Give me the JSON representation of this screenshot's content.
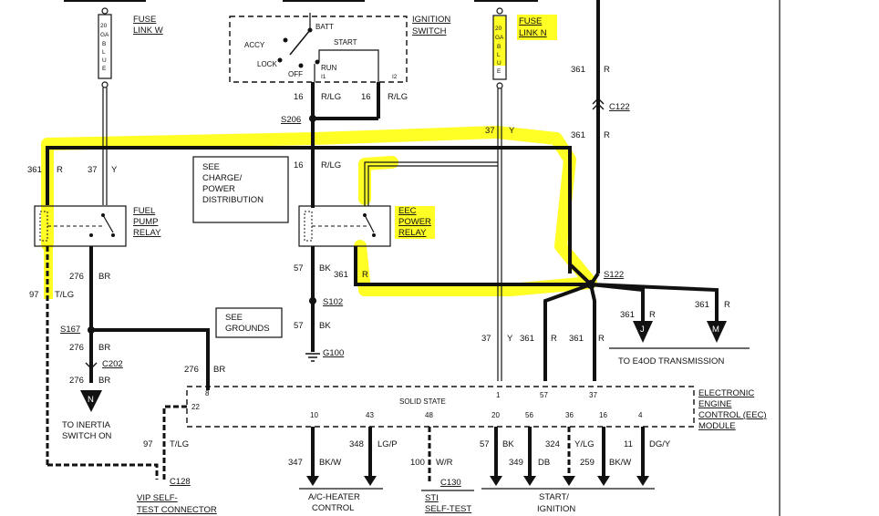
{
  "fuse_w": {
    "title_line1": "FUSE",
    "title_line2": "LINK W",
    "spec": [
      "20",
      "GA",
      "B",
      "L",
      "U",
      "E"
    ]
  },
  "fuse_n": {
    "title_line1": "FUSE",
    "title_line2": "LINK N",
    "spec": [
      "20",
      "GA",
      "B",
      "L",
      "U",
      "E"
    ]
  },
  "ignition_switch": {
    "title_line1": "IGNITION",
    "title_line2": "SWITCH",
    "batt": "BATT",
    "accy": "ACCY",
    "start": "START",
    "lock": "LOCK",
    "off": "OFF",
    "run": "RUN",
    "i1": "I1",
    "i2": "I2"
  },
  "wires": {
    "w16_left": {
      "gauge": "16",
      "color": "R/LG"
    },
    "w16_right": {
      "gauge": "16",
      "color": "R/LG"
    },
    "w16_mid": {
      "gauge": "16",
      "color": "R/LG"
    },
    "w37_top": {
      "gauge": "37",
      "color": "Y"
    },
    "w361_top": {
      "gauge": "361",
      "color": "R"
    },
    "w361_mid": {
      "gauge": "361",
      "color": "R"
    },
    "w361_left": {
      "gauge": "361",
      "color": "R"
    },
    "w37_left": {
      "gauge": "37",
      "color": "Y"
    },
    "w276_a": {
      "gauge": "276",
      "color": "BR"
    },
    "w97_left": {
      "gauge": "97",
      "color": "T/LG"
    },
    "w276_b": {
      "gauge": "276",
      "color": "BR"
    },
    "w276_c": {
      "gauge": "276",
      "color": "BR"
    },
    "w276_d": {
      "gauge": "276",
      "color": "BR"
    },
    "w57_a": {
      "gauge": "57",
      "color": "BK"
    },
    "w361_relay": {
      "gauge": "361",
      "color": "R"
    },
    "w57_b": {
      "gauge": "57",
      "color": "BK"
    },
    "w37_low": {
      "gauge": "37",
      "color": "Y"
    },
    "w361_low1": {
      "gauge": "361",
      "color": "R"
    },
    "w361_low2": {
      "gauge": "361",
      "color": "R"
    },
    "w361_j": {
      "gauge": "361",
      "color": "R"
    },
    "w361_m": {
      "gauge": "361",
      "color": "R"
    },
    "w97_bottom": {
      "gauge": "97",
      "color": "T/LG"
    },
    "w347": {
      "gauge": "347",
      "color": "BK/W"
    },
    "w348": {
      "gauge": "348",
      "color": "LG/P"
    },
    "w100": {
      "gauge": "100",
      "color": "W/R"
    },
    "w57_c": {
      "gauge": "57",
      "color": "BK"
    },
    "w349": {
      "gauge": "349",
      "color": "DB"
    },
    "w324": {
      "gauge": "324",
      "color": "Y/LG"
    },
    "w259": {
      "gauge": "259",
      "color": "BK/W"
    },
    "w11": {
      "gauge": "11",
      "color": "DG/Y"
    }
  },
  "splices": {
    "s206": "S206",
    "s102": "S102",
    "s167": "S167",
    "s122": "S122"
  },
  "connectors": {
    "c122": "C122",
    "c202": "C202",
    "c128": "C128",
    "c130": "C130"
  },
  "ground": "G100",
  "labels": {
    "charge_line1": "SEE",
    "charge_line2": "CHARGE/",
    "charge_line3": "POWER",
    "charge_line4": "DISTRIBUTION",
    "grounds_line1": "SEE",
    "grounds_line2": "GROUNDS",
    "fuel_relay_line1": "FUEL",
    "fuel_relay_line2": "PUMP",
    "fuel_relay_line3": "RELAY",
    "eec_relay_line1": "EEC",
    "eec_relay_line2": "POWER",
    "eec_relay_line3": "RELAY",
    "inertia_line1": "TO INERTIA",
    "inertia_line2": "SWITCH ON",
    "e4od": "TO E4OD TRANSMISSION",
    "vip_line1": "VIP SELF-",
    "vip_line2": "TEST CONNECTOR",
    "ac_line1": "A/C-HEATER",
    "ac_line2": "CONTROL",
    "sti_line1": "STI",
    "sti_line2": "SELF-TEST",
    "start_line1": "START/",
    "start_line2": "IGNITION",
    "eec_line1": "ELECTRONIC",
    "eec_line2": "ENGINE",
    "eec_line3": "CONTROL (EEC)",
    "eec_line4": "MODULE",
    "solid_state": "SOLID STATE"
  },
  "arrows": {
    "n": "N",
    "j": "J",
    "m": "M"
  },
  "pins": {
    "p8": "8",
    "p22": "22",
    "p1": "1",
    "p57": "57",
    "p37": "37",
    "p10": "10",
    "p43": "43",
    "p48": "48",
    "p20": "20",
    "p56": "56",
    "p36": "36",
    "p16": "16",
    "p4": "4"
  },
  "colors": {
    "highlight": "#ffff00",
    "wire": "#111111"
  }
}
